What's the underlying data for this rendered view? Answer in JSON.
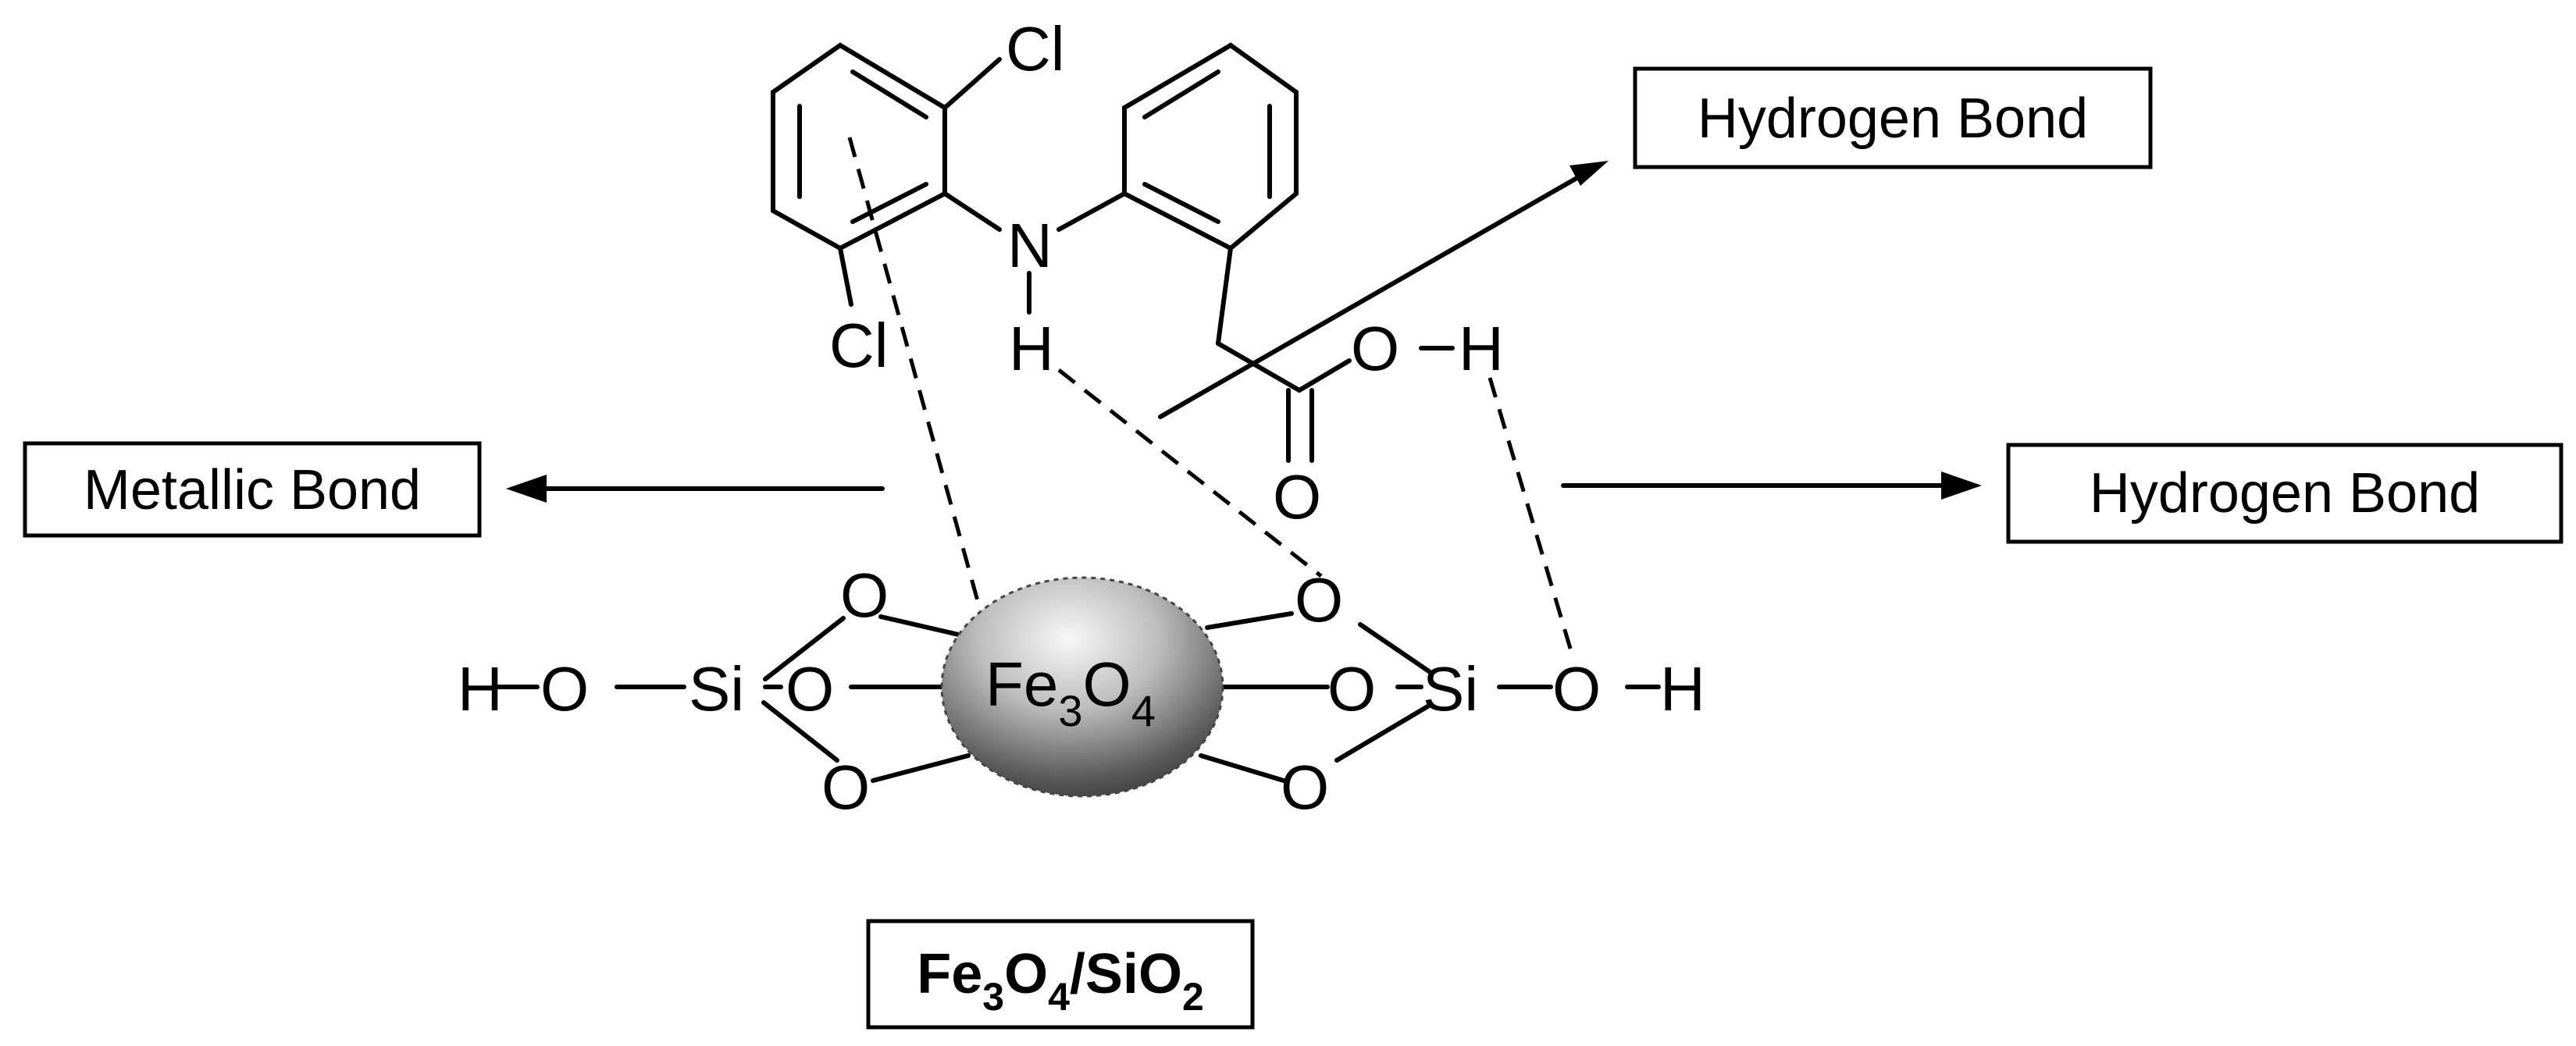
{
  "labels": {
    "hbond_top": "Hydrogen Bond",
    "hbond_right": "Hydrogen Bond",
    "metallic": "Metallic Bond"
  },
  "caption": {
    "part1": "Fe",
    "sub1": "3",
    "part2": "O",
    "sub2": "4",
    "part3": "/SiO",
    "sub3": "2"
  },
  "core": {
    "fe": "Fe",
    "fe_sub": "3",
    "o": "O",
    "o_sub": "4"
  },
  "atoms": {
    "cl": "Cl",
    "n": "N",
    "h": "H",
    "o": "O",
    "si": "Si"
  },
  "colors": {
    "ink": "#000000",
    "sphere_light": "#f2f2f2",
    "sphere_dark": "#3a3a3a"
  }
}
